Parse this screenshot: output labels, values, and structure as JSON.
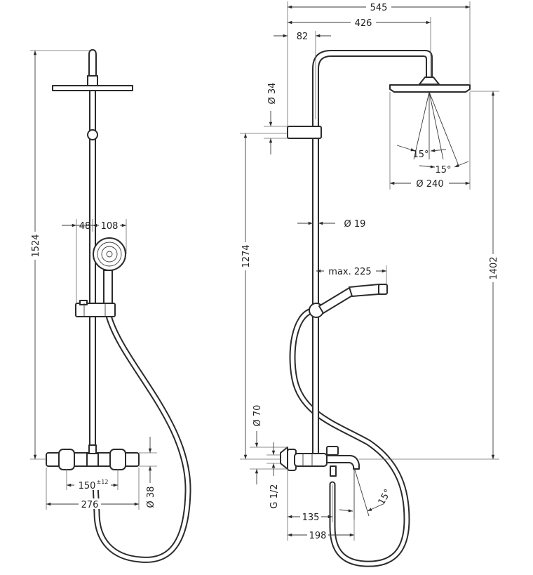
{
  "front_view": {
    "dims": {
      "total_height": "1524",
      "offset_48": "48",
      "handshower_108": "108",
      "spacing_150": "150",
      "spacing_tol": "±12",
      "width_276": "276",
      "diameter_38": "Ø 38"
    }
  },
  "side_view": {
    "dims": {
      "projection_545": "545",
      "arm_426": "426",
      "offset_82": "82",
      "diameter_34": "Ø 34",
      "height_1274": "1274",
      "diameter_19": "Ø 19",
      "max_225": "max. 225",
      "angle_15_a": "15°",
      "angle_15_b": "15°",
      "diameter_240": "Ø 240",
      "height_1402": "1402",
      "diameter_70": "Ø 70",
      "thread_g12": "G 1/2",
      "spout_angle": "15°",
      "spout_135": "135",
      "spout_198": "198"
    }
  },
  "colors": {
    "line": "#2b2b2b",
    "background": "#ffffff"
  }
}
